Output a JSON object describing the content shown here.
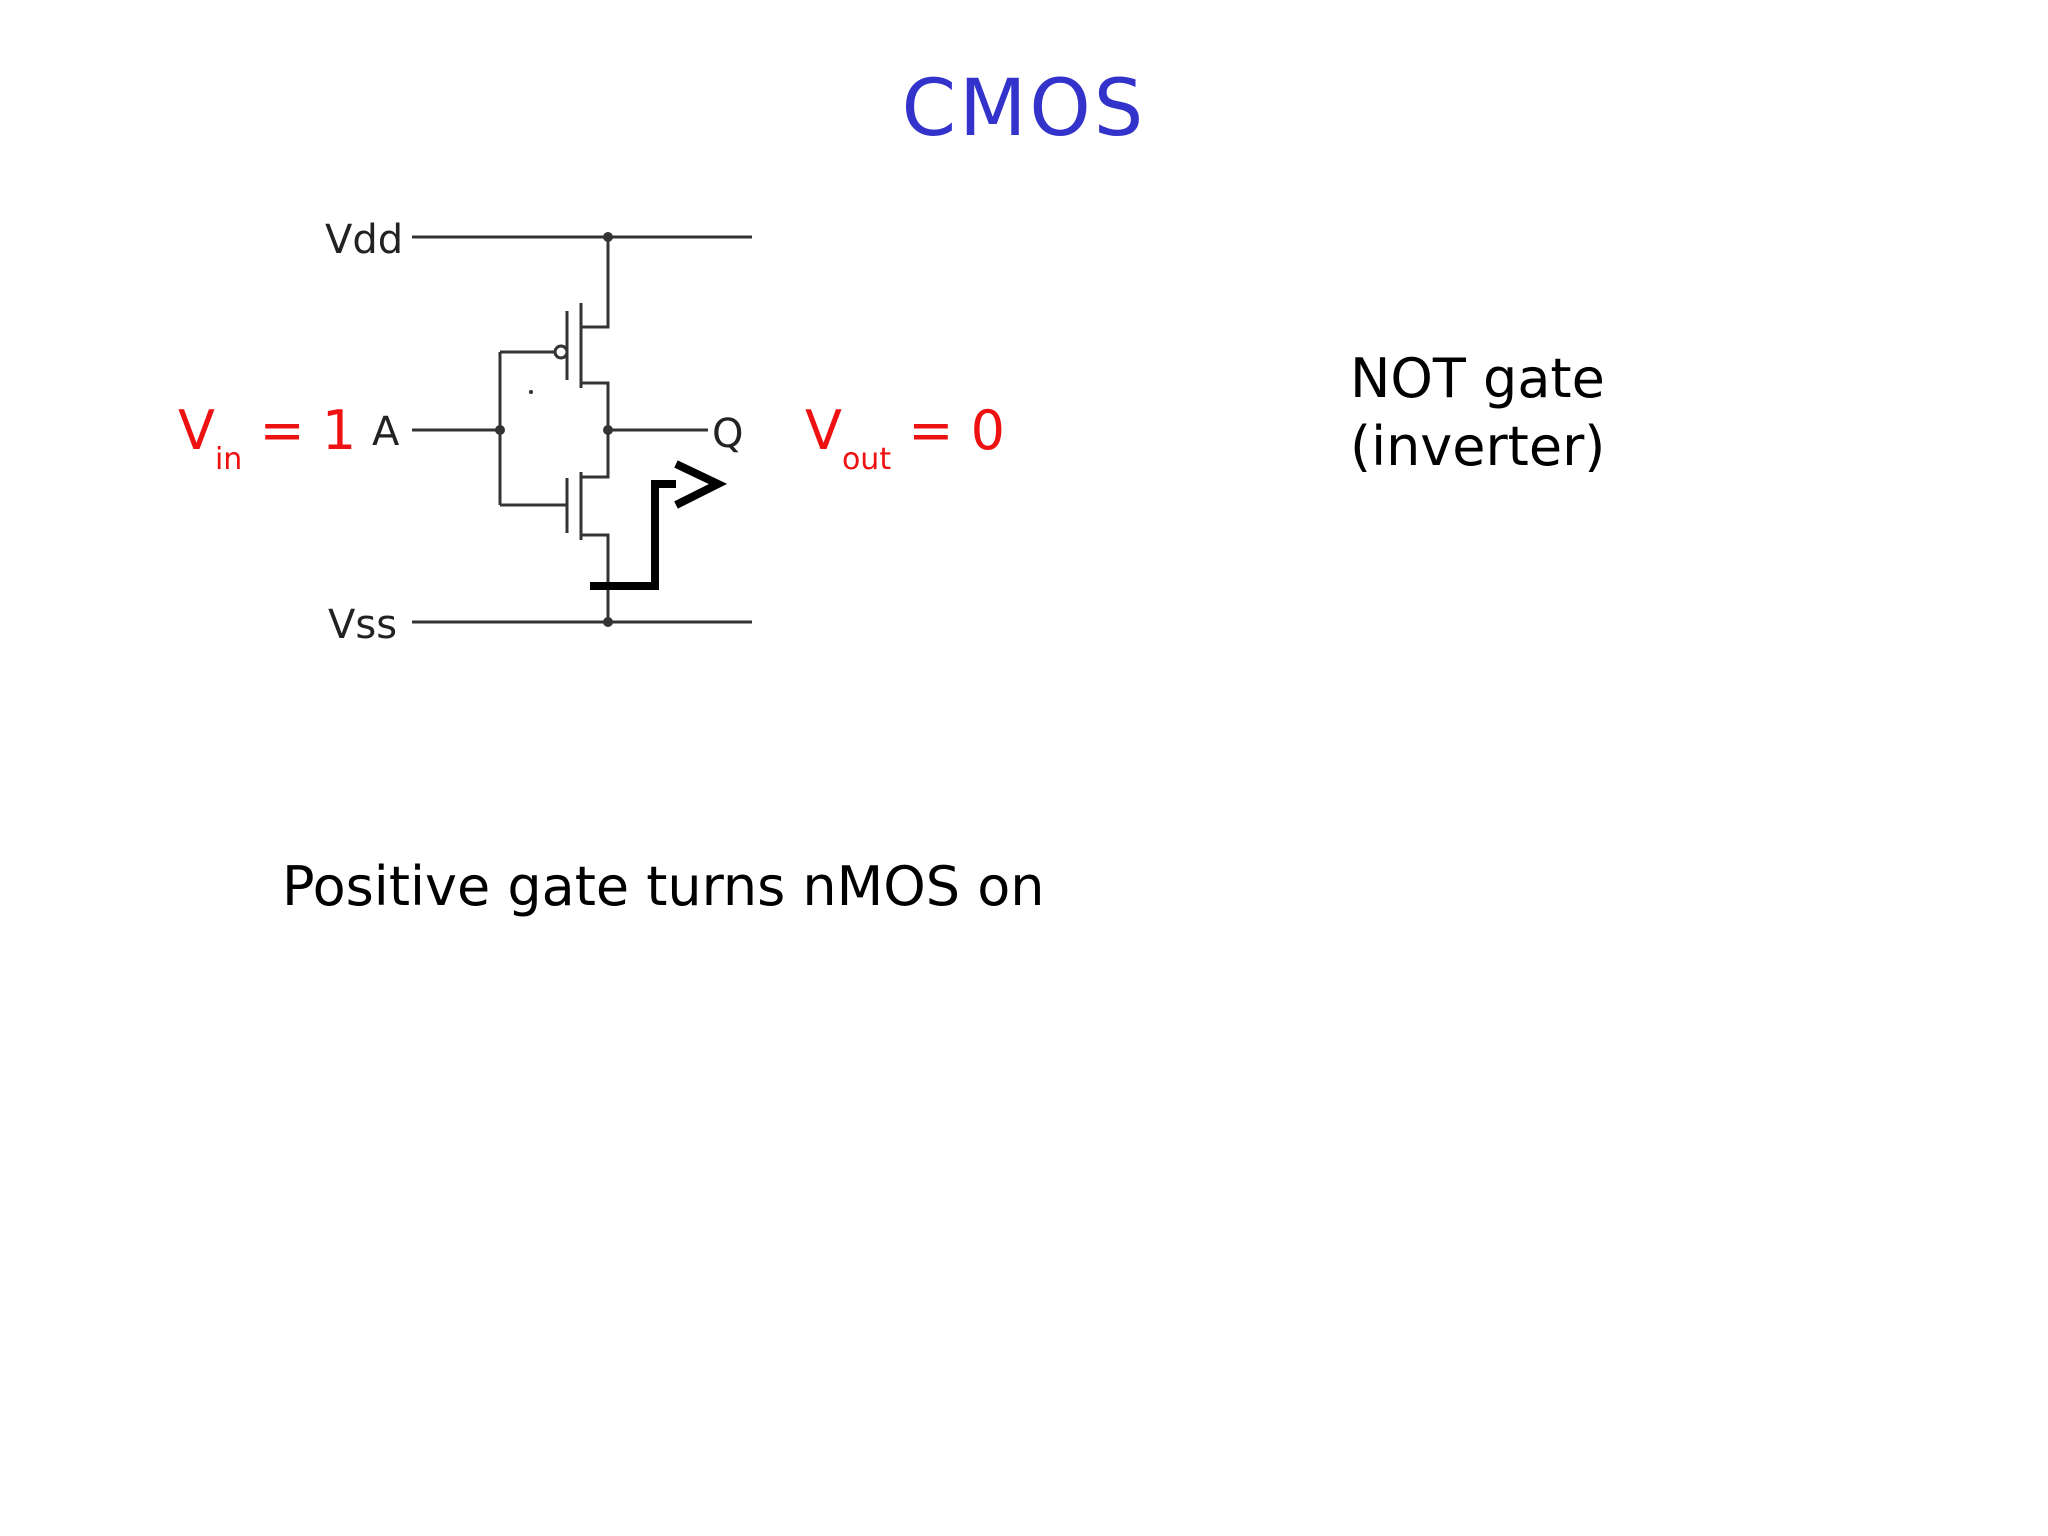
{
  "title": "CMOS",
  "labels": {
    "vdd": "Vdd",
    "vss": "Vss",
    "input": "A",
    "output": "Q"
  },
  "vin": {
    "symbol": "V",
    "subscript": "in",
    "value": " = 1"
  },
  "vout": {
    "symbol": "V",
    "subscript": "out",
    "value": " = 0"
  },
  "gate_name": {
    "line1": "NOT gate",
    "line2": "(inverter)"
  },
  "caption": "Positive gate turns nMOS on",
  "colors": {
    "title": "#3333cc",
    "voltage": "#ee1111",
    "wire": "#333333",
    "arrow": "#000000"
  }
}
